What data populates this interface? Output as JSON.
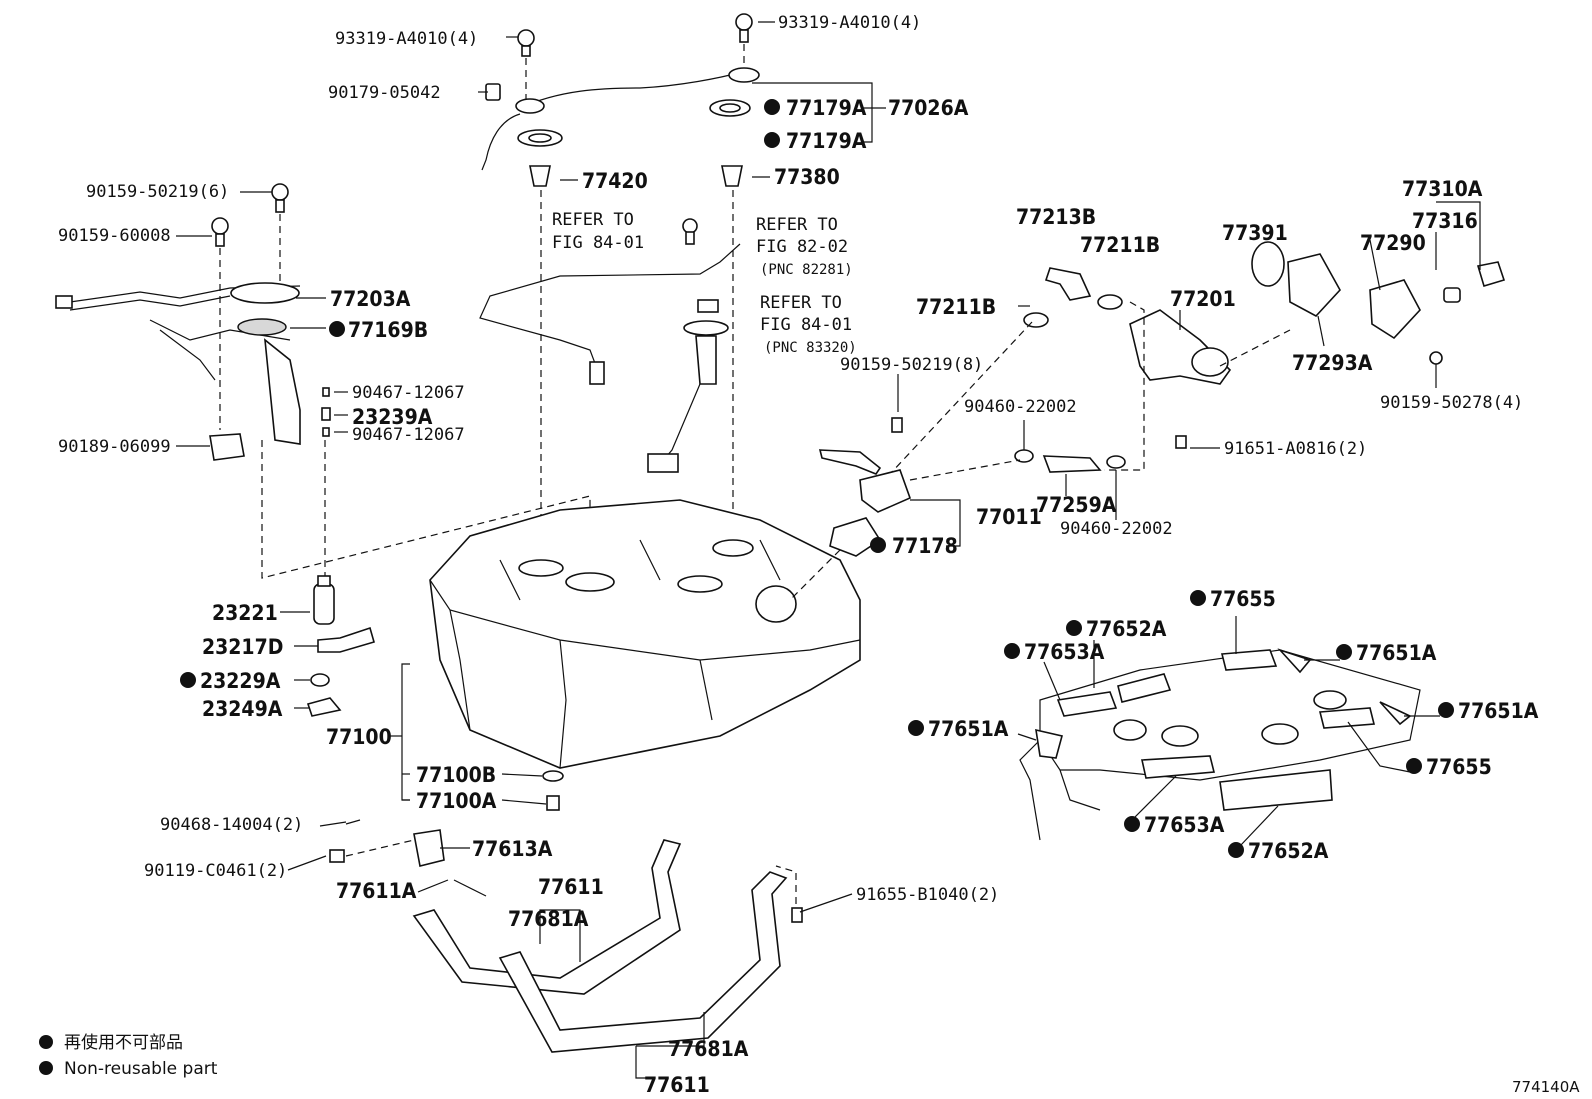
{
  "figure_code": "774140A",
  "legend": {
    "jp": "再使用不可部品",
    "en": "Non-reusable part"
  },
  "refer_notes": {
    "r1": {
      "line1": "REFER TO",
      "line2": "FIG 84-01"
    },
    "r2": {
      "line1": "REFER TO",
      "line2": "FIG 82-02",
      "pnc": "(PNC 82281)"
    },
    "r3": {
      "line1": "REFER TO",
      "line2": "FIG 84-01",
      "pnc": "(PNC 83320)"
    }
  },
  "parts": {
    "p93319a_left": "93319-A4010(4)",
    "p93319a_right": "93319-A4010(4)",
    "p90179": "90179-05042",
    "p77179a_1": "77179A",
    "p77179a_2": "77179A",
    "p77026a": "77026A",
    "p77420": "77420",
    "p77380": "77380",
    "p90159_6": "90159-50219(6)",
    "p90159_60008": "90159-60008",
    "p77203a": "77203A",
    "p77169b": "77169B",
    "p90467_1": "90467-12067",
    "p23239a": "23239A",
    "p90467_2": "90467-12067",
    "p90189": "90189-06099",
    "p77213b": "77213B",
    "p77211b_top": "77211B",
    "p77391": "77391",
    "p77310a": "77310A",
    "p77316": "77316",
    "p77290": "77290",
    "p77211b_left": "77211B",
    "p77201": "77201",
    "p77293a": "77293A",
    "p90159_8": "90159-50219(8)",
    "p90460_top": "90460-22002",
    "p90159_50278": "90159-50278(4)",
    "p91651": "91651-A0816(2)",
    "p77259a": "77259A",
    "p77011": "77011",
    "p90460_bot": "90460-22002",
    "p77178": "77178",
    "p23221": "23221",
    "p23217d": "23217D",
    "p23229a": "23229A",
    "p23249a": "23249A",
    "p77100": "77100",
    "p77100b": "77100B",
    "p77100a": "77100A",
    "p77655_top": "77655",
    "p77652a_top": "77652A",
    "p77653a_top": "77653A",
    "p77651a_r1": "77651A",
    "p77651a_r2": "77651A",
    "p77651a_left": "77651A",
    "p77655_right": "77655",
    "p77653a_bot": "77653A",
    "p77652a_bot": "77652A",
    "p90468": "90468-14004(2)",
    "p77613a": "77613A",
    "p90119": "90119-C0461(2)",
    "p77611_top": "77611",
    "p77611a": "77611A",
    "p77681a_top": "77681A",
    "p91655": "91655-B1040(2)",
    "p77681a_bot": "77681A",
    "p77611_bot": "77611"
  }
}
